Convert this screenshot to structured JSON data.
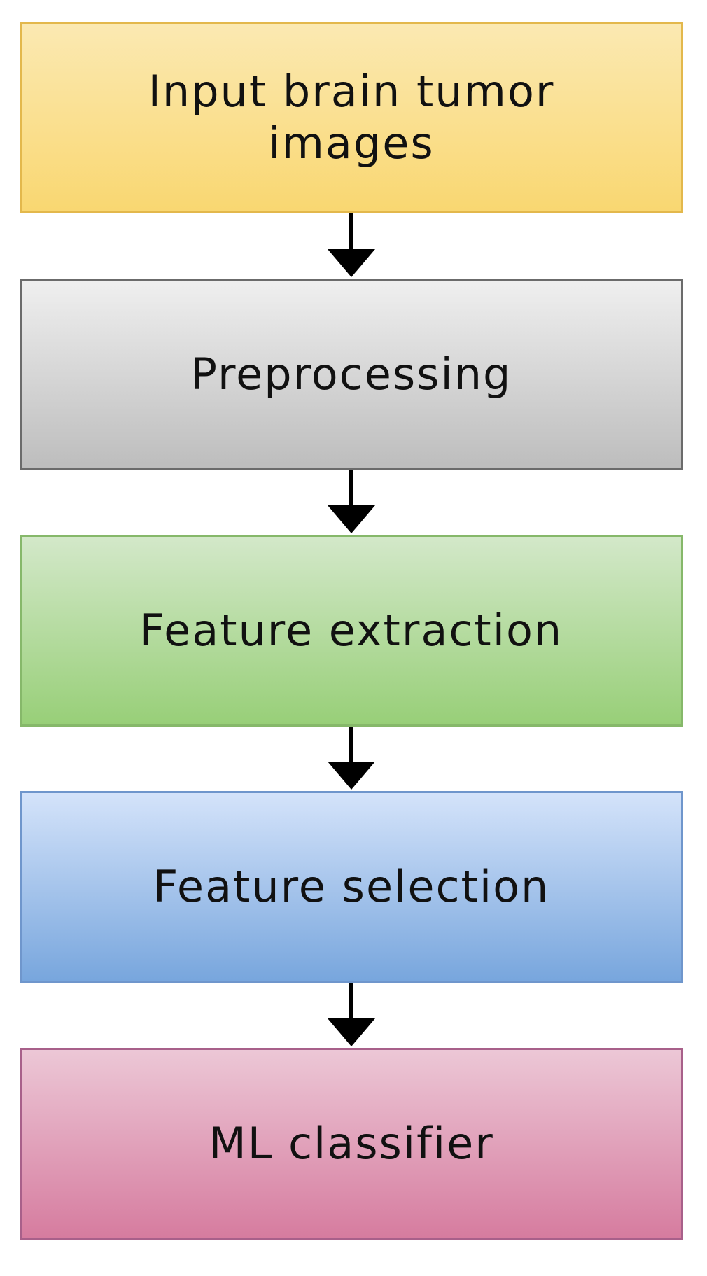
{
  "steps": [
    {
      "label": "Input brain tumor images"
    },
    {
      "label": "Preprocessing"
    },
    {
      "label": "Feature extraction"
    },
    {
      "label": "Feature selection"
    },
    {
      "label": "ML classifier"
    }
  ],
  "colors": {
    "arrow": "#000000",
    "input": "#fad875",
    "preprocessing": "#c4c4c4",
    "feature_extraction": "#9fd281",
    "feature_selection": "#7ea9e0",
    "classifier": "#d883a4"
  }
}
